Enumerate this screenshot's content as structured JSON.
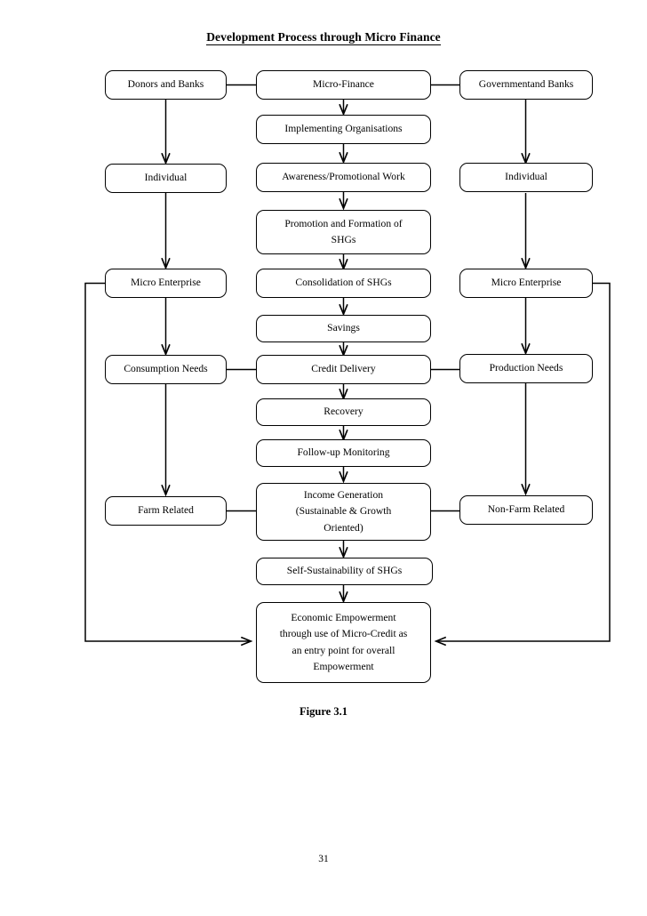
{
  "document": {
    "title": "Development Process through Micro Finance",
    "figure_caption": "Figure 3.1",
    "page_number": "31"
  },
  "diagram": {
    "type": "flowchart",
    "orientation": "top-to-bottom, three columns",
    "nodes": {
      "donors_and_banks": "Donors and Banks",
      "micro_finance": "Micro-Finance",
      "governmentand_banks": "Governmentand Banks",
      "implementing_organisations": "Implementing Organisations",
      "individual_left": "Individual",
      "awareness_promotional_work": "Awareness/Promotional Work",
      "individual_right": "Individual",
      "promotion_and_formation_of_shgs": "Promotion and Formation of\nSHGs",
      "micro_enterprise_left": "Micro Enterprise",
      "consolidation_of_shgs": "Consolidation of SHGs",
      "micro_enterprise_right": "Micro Enterprise",
      "savings": "Savings",
      "consumption_needs": "Consumption Needs",
      "credit_delivery": "Credit Delivery",
      "production_needs": "Production Needs",
      "recovery": "Recovery",
      "follow_up_monitoring": "Follow-up Monitoring",
      "farm_related": "Farm Related",
      "income_generation": "Income Generation\n(Sustainable & Growth\nOriented)",
      "non_farm_related": "Non-Farm Related",
      "self_sustainability_of_shgs": "Self-Sustainability of SHGs",
      "economic_empowerment": "Economic Empowerment\nthrough use of Micro-Credit as\nan entry point for overall\nEmpowerment"
    },
    "colors": {
      "stroke": "#000000",
      "fill": "#ffffff",
      "text": "#000000"
    }
  }
}
